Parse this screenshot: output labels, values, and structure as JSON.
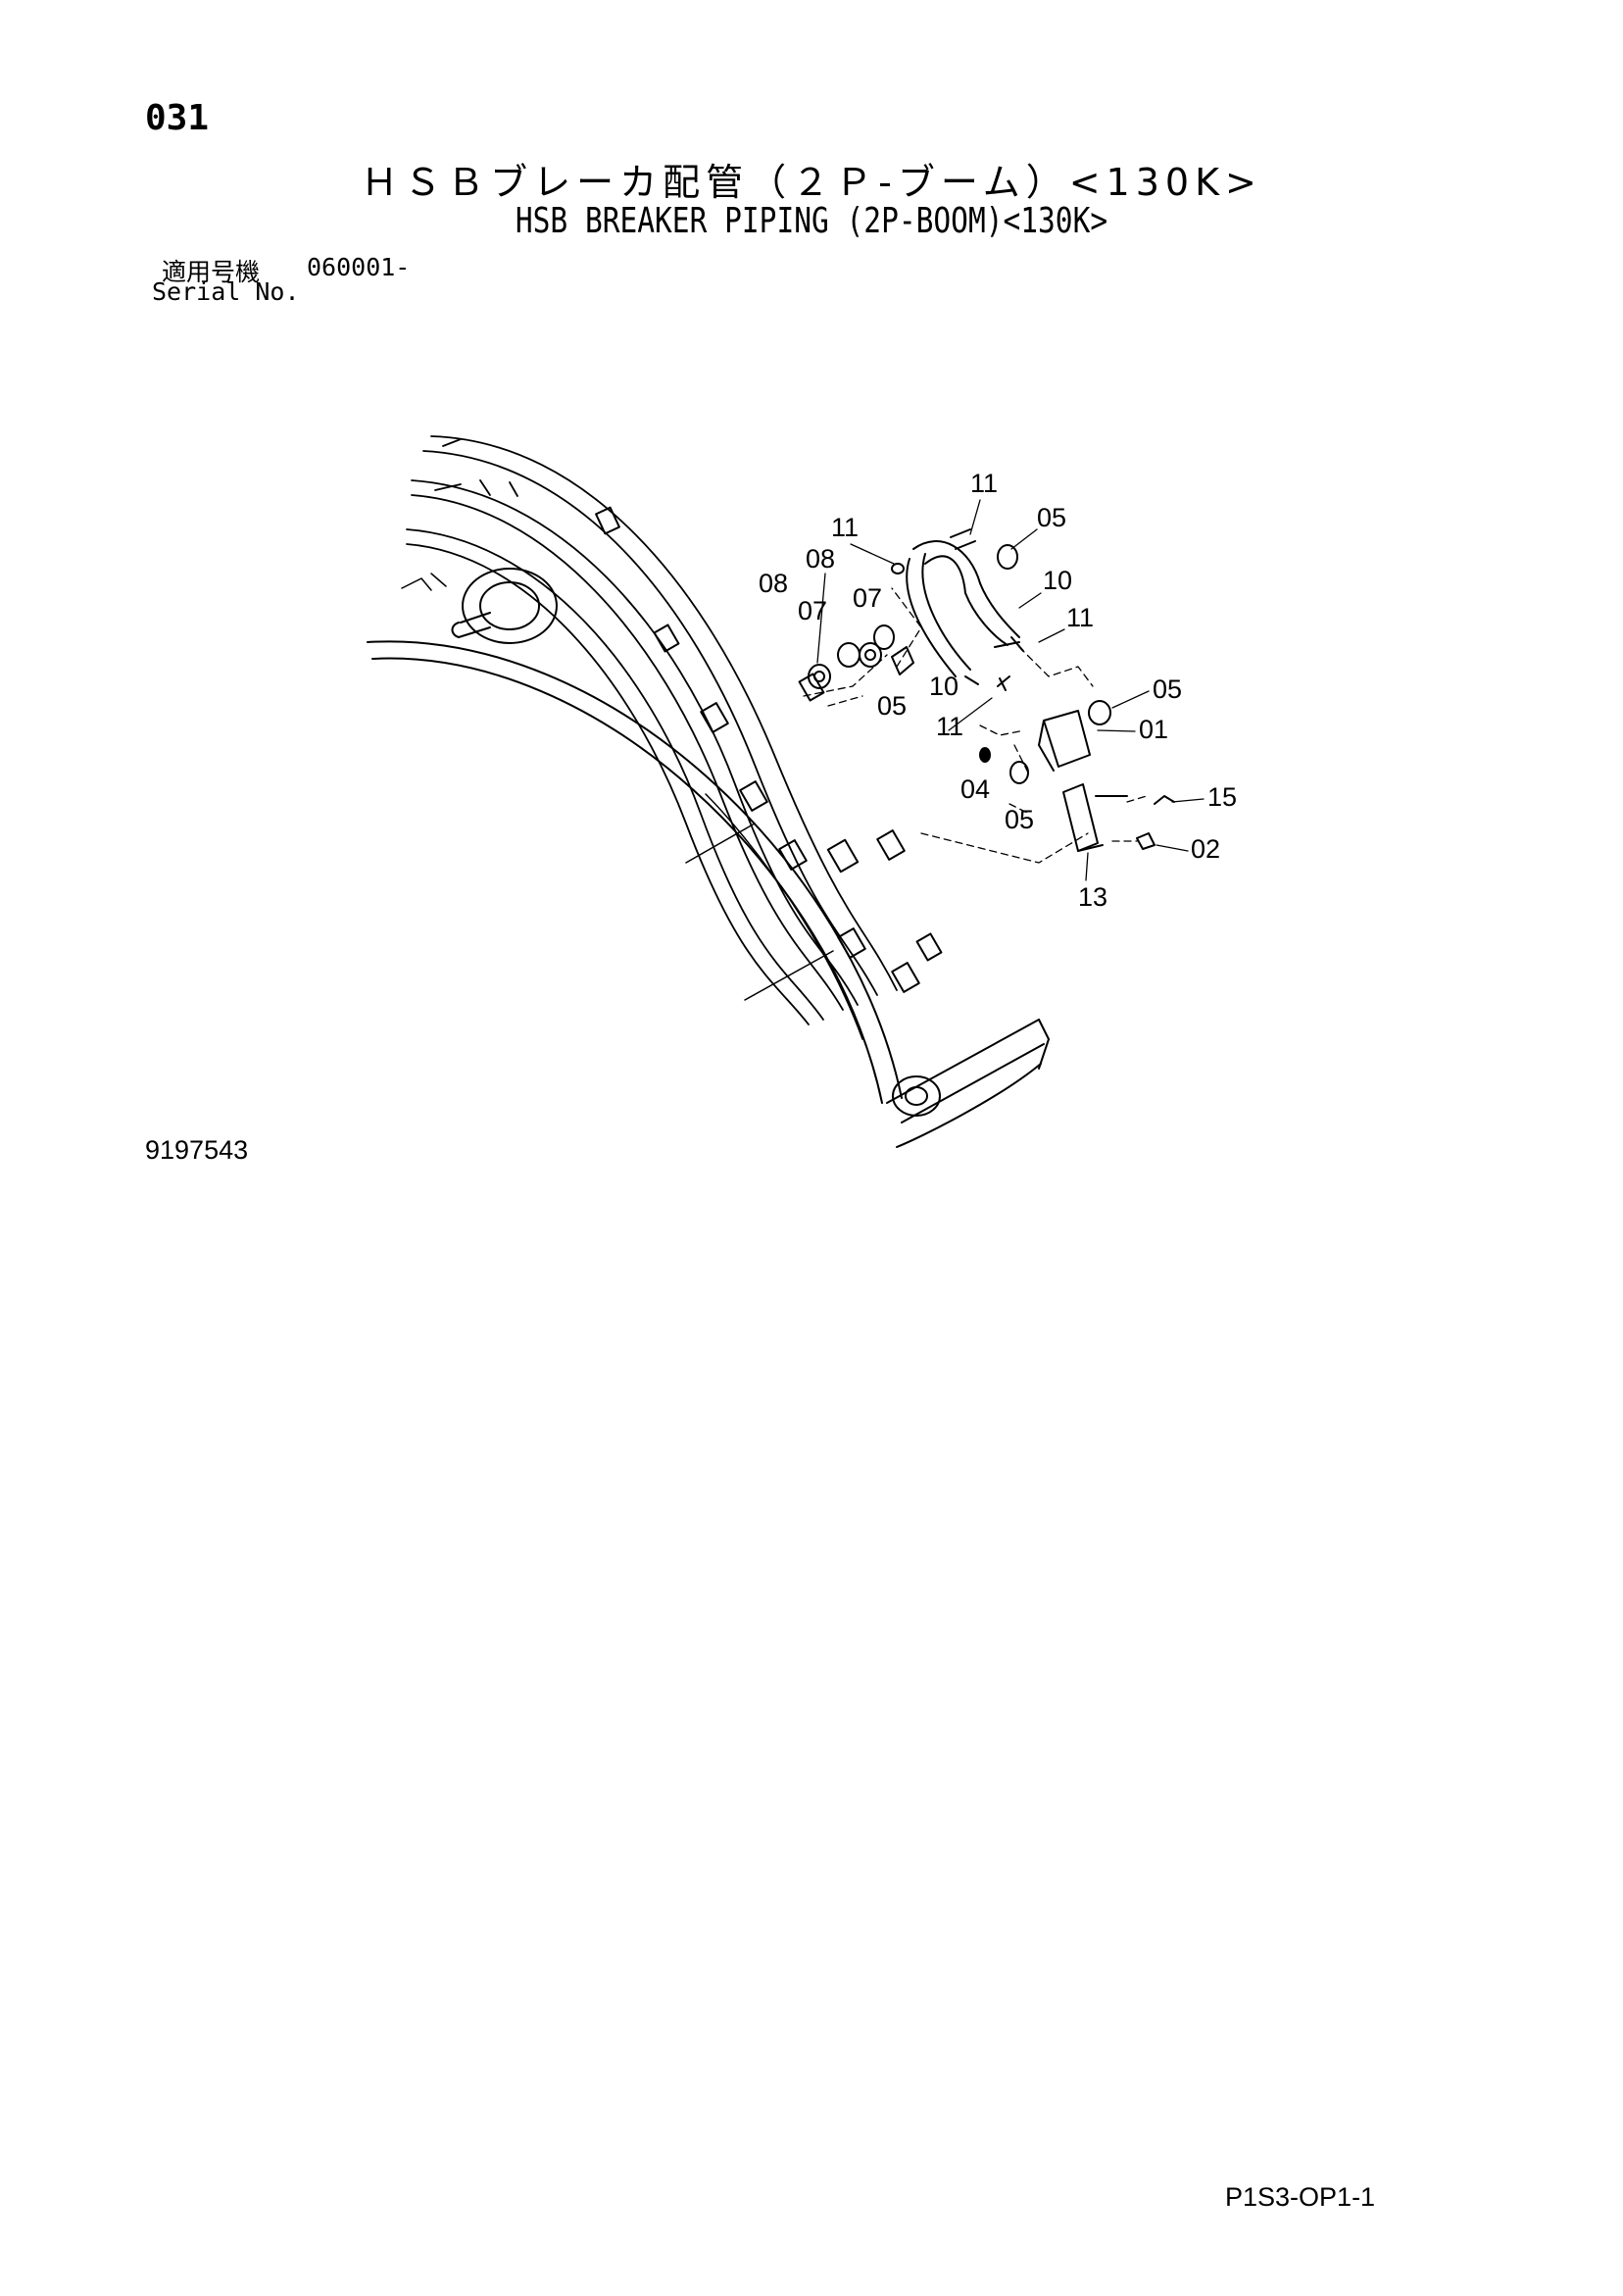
{
  "header": {
    "page_number": "031",
    "title_jp": "ＨＳＢブレーカ配管（２Ｐ-ブーム）<130K>",
    "title_en": "HSB BREAKER PIPING (2P-BOOM)<130K>"
  },
  "serial": {
    "label_jp": "適用号機",
    "label_en": "Serial No.",
    "range": "060001-"
  },
  "diagram": {
    "callouts": [
      "11",
      "05",
      "11",
      "08",
      "10",
      "08",
      "07",
      "07",
      "11",
      "10",
      "05",
      "05",
      "11",
      "01",
      "04",
      "05",
      "15",
      "02",
      "13"
    ]
  },
  "footer": {
    "drawing_number": "9197543",
    "page_code": "P1S3-OP1-1"
  }
}
